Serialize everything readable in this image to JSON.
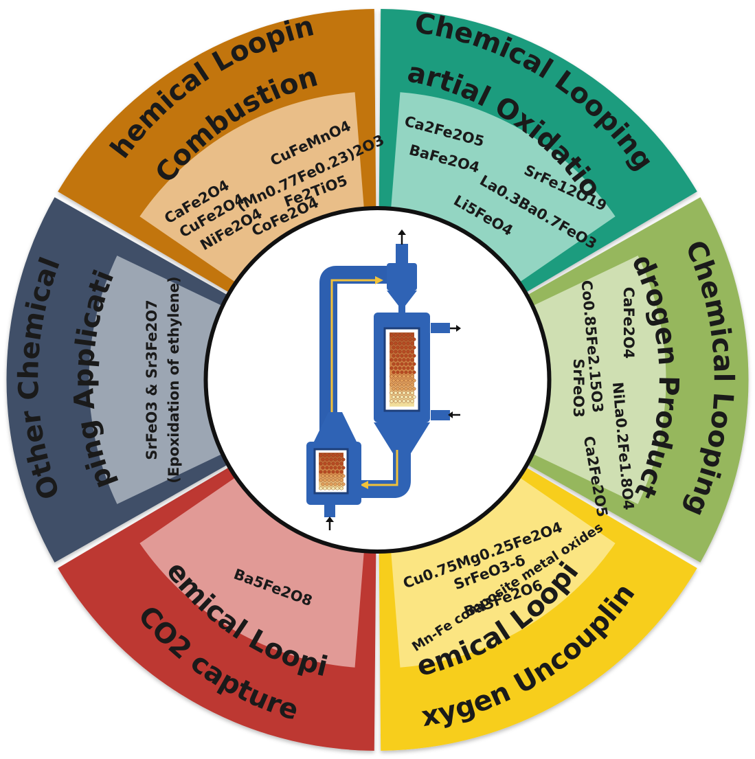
{
  "colors": {
    "combustion_outer": "#C27410",
    "combustion_inner": "#E9BE88",
    "partial_outer": "#1E9C7E",
    "partial_inner": "#93D5C2",
    "hydrogen_outer": "#96B75D",
    "hydrogen_inner": "#CFDFB2",
    "ocu_outer": "#F7CE1B",
    "ocu_inner": "#FBE582",
    "co2_outer": "#BD3730",
    "co2_inner": "#E19A96",
    "other_outer": "#3F5068",
    "other_inner": "#9CA6B3",
    "reactor": "#2F63B5",
    "arrow": "#F2C23A"
  },
  "segments": {
    "combustion": {
      "title_line1": "Chemical Looping",
      "title_line2": "Combustion",
      "materials": [
        "CuFeMnO4",
        "(Mn0.77Fe0.23)2O3",
        "CaFe2O4",
        "Fe2TiO5",
        "CuFe2O4",
        "NiFe2O4",
        "CoFe2O4"
      ]
    },
    "partial_oxidation": {
      "title_line1": "Chemical Looping",
      "title_line2": "Partial Oxidation",
      "materials": [
        "Ca2Fe2O5",
        "BaFe2O4",
        "SrFe12O19",
        "La0.3Ba0.7FeO3",
        "Li5FeO4"
      ]
    },
    "hydrogen": {
      "title_line1": "Chemical Looping",
      "title_line2": "Hydrogen Production",
      "materials": [
        "CaFe2O4",
        "Co0.85Fe2.15O3",
        "SrFeO3",
        "NiLa0.2Fe1.8O4",
        "Ca2Fe2O5"
      ]
    },
    "oxygen_uncoupling": {
      "title_line1": "Chemical Looping",
      "title_line2": "Oxygen Uncoupling",
      "materials": [
        "Cu0.75Mg0.25Fe2O4",
        "SrFeO3-δ",
        "Ba3Fe2O6",
        "Mn-Fe composite metal oxides"
      ]
    },
    "co2_capture": {
      "title_line1": "Chemical Looping",
      "title_line2": "CO2 capture",
      "materials": [
        "Ba5Fe2O8"
      ]
    },
    "other": {
      "title_line1": "Other Chemical",
      "title_line2": "Looping Applications",
      "materials": [
        "SrFeO3 & Sr3Fe2O7",
        "(Epoxidation of ethylene)"
      ]
    }
  }
}
